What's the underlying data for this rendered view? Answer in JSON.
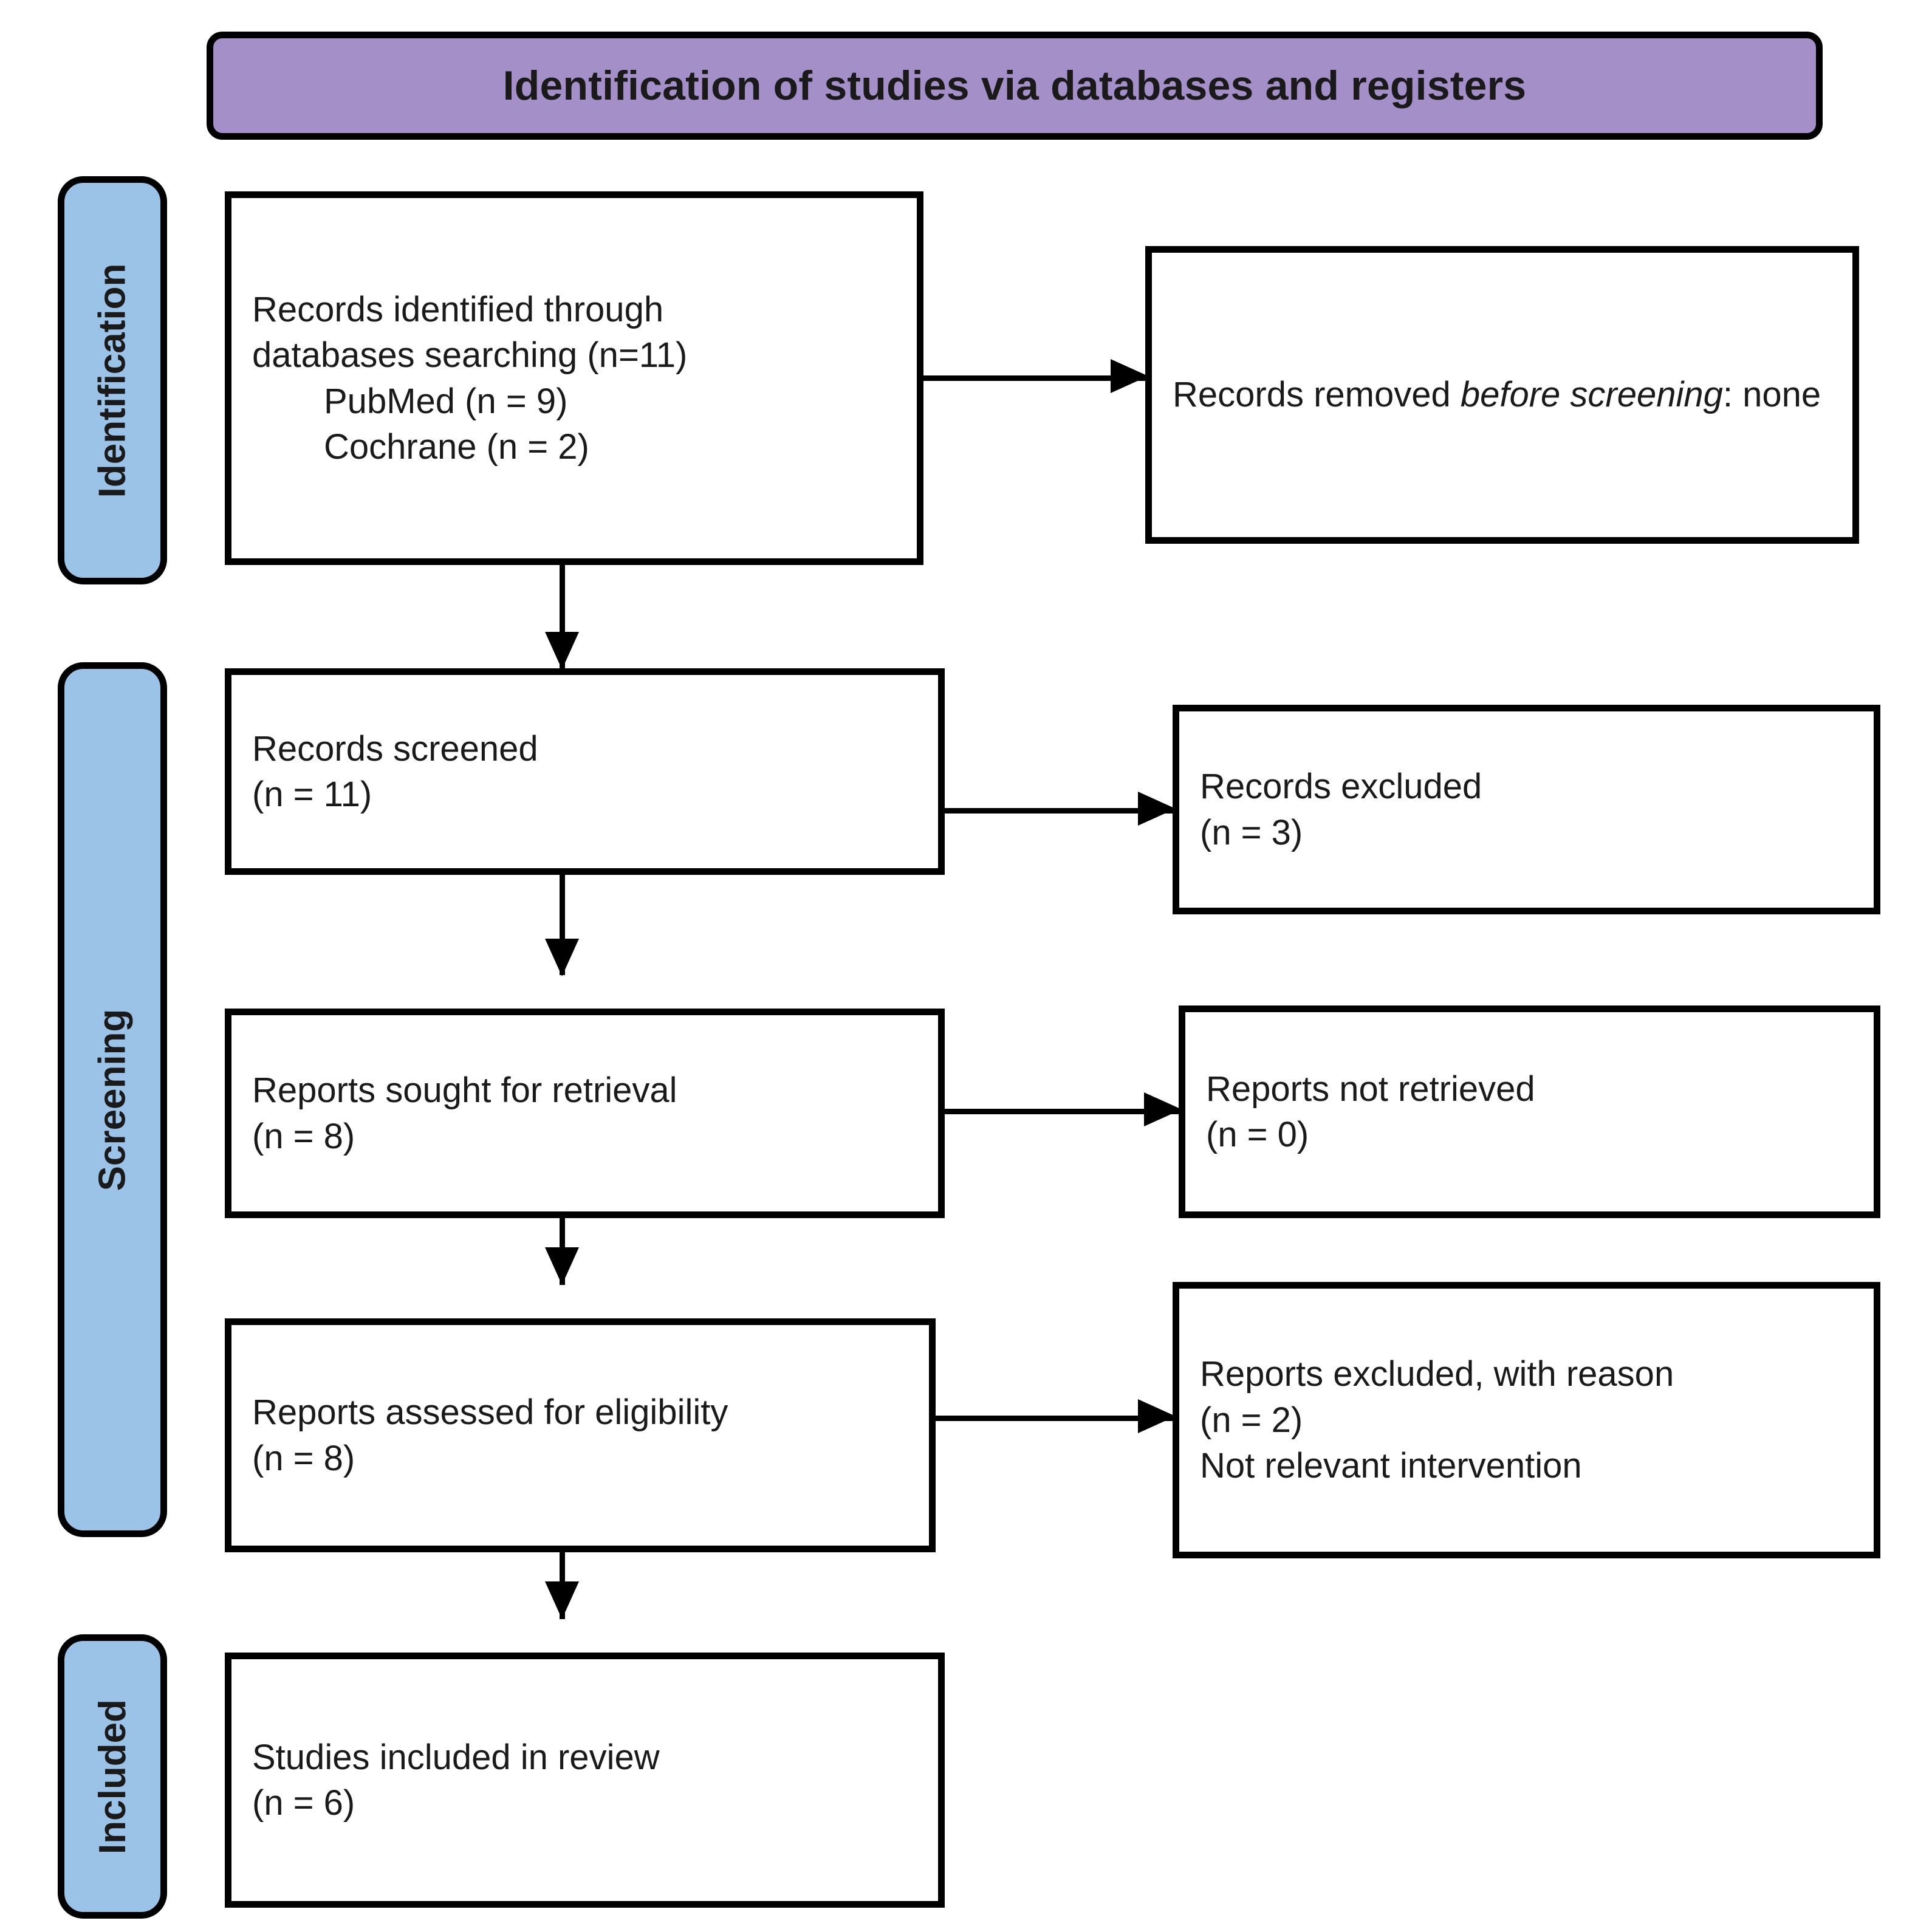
{
  "diagram": {
    "title": "Identification of studies via databases and registers",
    "colors": {
      "header_fill": "#A48FC9",
      "stage_fill": "#9BC3E8",
      "border": "#000000",
      "box_fill": "#FFFFFF"
    }
  },
  "stages": {
    "identification": "Identification",
    "screening": "Screening",
    "included": "Included"
  },
  "boxes": {
    "identified": {
      "line1": "Records identified through",
      "line2": "databases searching (n=11)",
      "line3": "PubMed (n = 9)",
      "line4": "Cochrane (n = 2)"
    },
    "removed": {
      "prefix": "Records removed ",
      "emphasis": "before screening",
      "suffix": ": none"
    },
    "screened": {
      "line1": "Records screened",
      "line2": "(n = 11)"
    },
    "excluded": {
      "line1": "Records excluded",
      "line2": "(n = 3)"
    },
    "sought": {
      "line1": "Reports sought for retrieval",
      "line2": "(n = 8)"
    },
    "not_retrieved": {
      "line1": "Reports not retrieved",
      "line2": "(n = 0)"
    },
    "assessed": {
      "line1": "Reports assessed for eligibility",
      "line2": "(n = 8)"
    },
    "reasons": {
      "line1": "Reports excluded, with reason",
      "line2": "(n = 2)",
      "line3": "Not relevant intervention"
    },
    "included_studies": {
      "line1": "Studies included in review",
      "line2": "(n = 6)"
    }
  },
  "chart_data": {
    "type": "diagram",
    "title": "Identification of studies via databases and registers",
    "flow": [
      {
        "stage": "Identification",
        "node": "Records identified through databases searching",
        "n": 11,
        "sources": [
          {
            "name": "PubMed",
            "n": 9
          },
          {
            "name": "Cochrane",
            "n": 2
          }
        ],
        "side_node": "Records removed before screening",
        "side_n": 0,
        "side_label": "none"
      },
      {
        "stage": "Screening",
        "node": "Records screened",
        "n": 11,
        "side_node": "Records excluded",
        "side_n": 3
      },
      {
        "stage": "Screening",
        "node": "Reports sought for retrieval",
        "n": 8,
        "side_node": "Reports not retrieved",
        "side_n": 0
      },
      {
        "stage": "Screening",
        "node": "Reports assessed for eligibility",
        "n": 8,
        "side_node": "Reports excluded, with reason",
        "side_n": 2,
        "side_reason": "Not relevant intervention"
      },
      {
        "stage": "Included",
        "node": "Studies included in review",
        "n": 6
      }
    ]
  }
}
